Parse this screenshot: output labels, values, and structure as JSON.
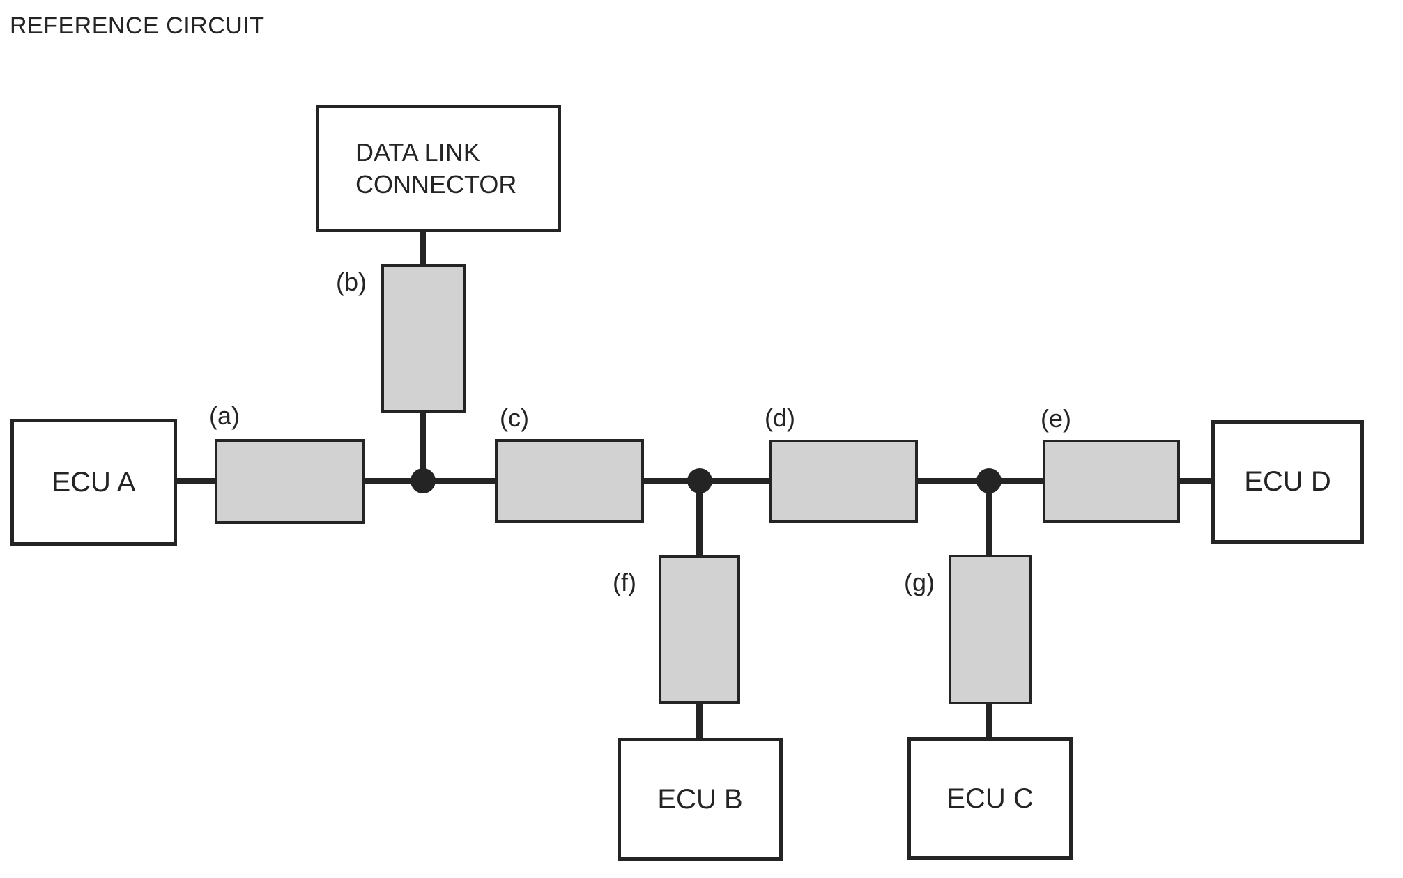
{
  "title": "REFERENCE CIRCUIT",
  "data_link_connector": {
    "line1": "DATA LINK",
    "line2": "CONNECTOR"
  },
  "nodes": {
    "ecu_a": {
      "label": "ECU A"
    },
    "ecu_b": {
      "label": "ECU B"
    },
    "ecu_c": {
      "label": "ECU C"
    },
    "ecu_d": {
      "label": "ECU D"
    }
  },
  "segments": {
    "a": {
      "label": "(a)"
    },
    "b": {
      "label": "(b)"
    },
    "c": {
      "label": "(c)"
    },
    "d": {
      "label": "(d)"
    },
    "e": {
      "label": "(e)"
    },
    "f": {
      "label": "(f)"
    },
    "g": {
      "label": "(g)"
    }
  },
  "colors": {
    "line": "#242424",
    "segment_fill": "#d2d2d2",
    "background": "#ffffff",
    "text": "#242424"
  }
}
